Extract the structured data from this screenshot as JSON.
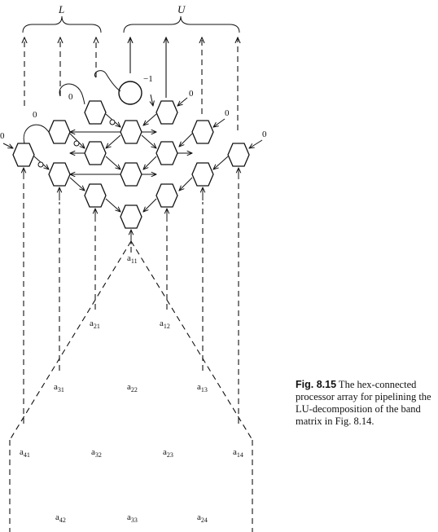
{
  "labels": {
    "L": "L",
    "U": "U",
    "minus_one": "−1",
    "zero": "0"
  },
  "elements": {
    "a11": [
      "a",
      "11"
    ],
    "a21": [
      "a",
      "21"
    ],
    "a12": [
      "a",
      "12"
    ],
    "a31": [
      "a",
      "31"
    ],
    "a22": [
      "a",
      "22"
    ],
    "a13": [
      "a",
      "13"
    ],
    "a41": [
      "a",
      "41"
    ],
    "a32": [
      "a",
      "32"
    ],
    "a23": [
      "a",
      "23"
    ],
    "a14": [
      "a",
      "14"
    ],
    "a42": [
      "a",
      "42"
    ],
    "a33": [
      "a",
      "33"
    ],
    "a24": [
      "a",
      "24"
    ]
  },
  "caption": {
    "label": "Fig. 8.15",
    "text": " The hex-connected processor array for pipelining the LU-decomposition of the band matrix in Fig. 8.14."
  }
}
